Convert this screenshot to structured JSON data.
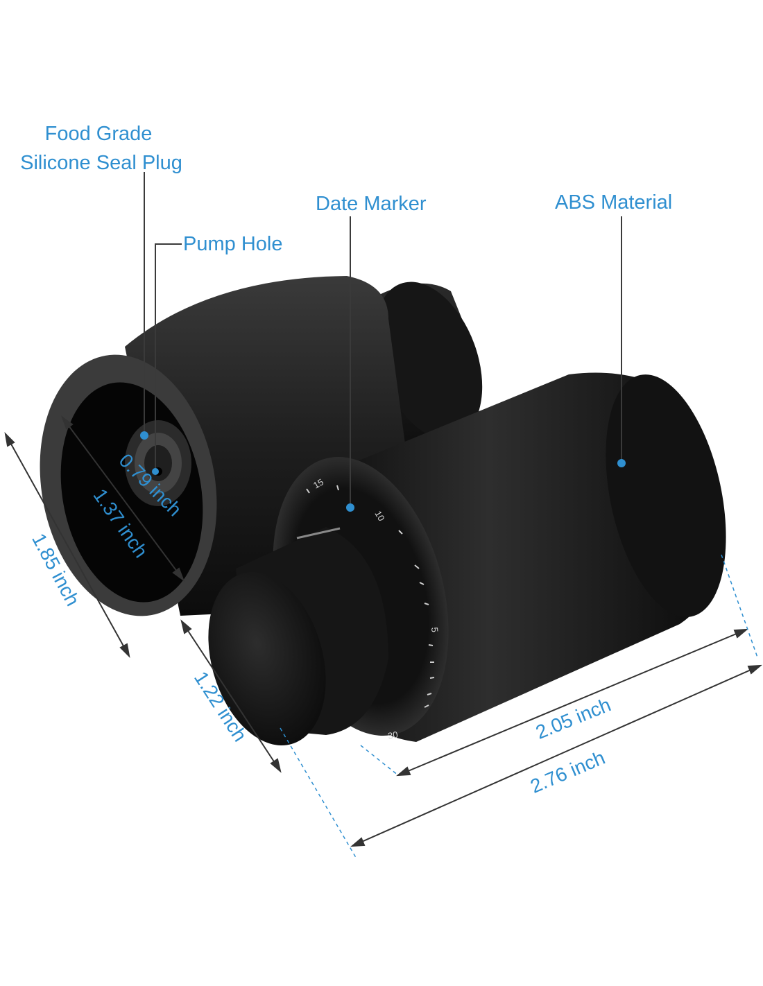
{
  "callouts": {
    "seal_line1": "Food Grade",
    "seal_line2": "Silicone Seal Plug",
    "pump_hole": "Pump Hole",
    "date_marker": "Date Marker",
    "abs_material": "ABS Material"
  },
  "dimensions": {
    "height_total": "1.85 inch",
    "inner_diameter": "1.37 inch",
    "pump_diameter": "0.79 inch",
    "cap_height": "1.22 inch",
    "body_length": "2.05 inch",
    "total_length": "2.76 inch"
  },
  "dial_numbers": [
    "15",
    "10",
    "5",
    "30"
  ],
  "colors": {
    "accent": "#2f8fd0",
    "product": "#1a1a1a",
    "dim_line": "#333333"
  }
}
